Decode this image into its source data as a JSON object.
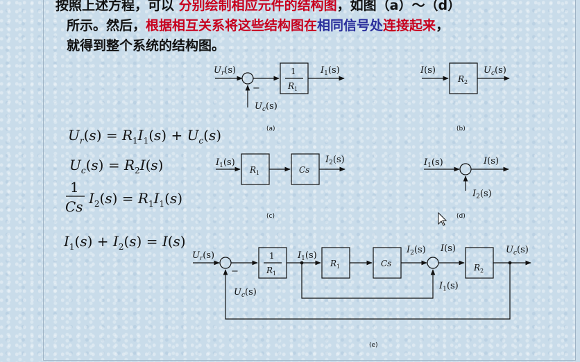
{
  "intro": {
    "line1_a": "按照上述方程，可以",
    "line1_b": "分别绘制相应元件的结构图",
    "line1_c": "，如图（a）～（d）",
    "line2_a": "所示。然后，",
    "line2_b": "根据相互关系将这些结构图在",
    "line2_c": "相同信号处",
    "line2_d": "连接起来",
    "line2_e": "，",
    "line3": "就得到整个系统的结构图。"
  },
  "equations": {
    "eq1": "U_r(s) = R_1 I_1(s) + U_c(s)",
    "eq2": "U_c(s) = R_2 I(s)",
    "eq3": "(1/Cs) I_2(s) = R_1 I_1(s)",
    "eq4": "I_1(s) + I_2(s) = I(s)"
  },
  "captions": {
    "a": "(a)",
    "b": "(b)",
    "c": "(c)",
    "d": "(d)",
    "e": "(e)"
  },
  "signals": {
    "Ur": "U",
    "Ur_sub": "r",
    "Uc": "U",
    "Uc_sub": "c",
    "I": "I",
    "I1_sub": "1",
    "I2_sub": "2",
    "s_arg": "(s)"
  },
  "blocks": {
    "inv_R1_num": "1",
    "R": "R",
    "R1_sub": "1",
    "R2_sub": "2",
    "Cs": "Cs"
  },
  "minus_sign": "−"
}
